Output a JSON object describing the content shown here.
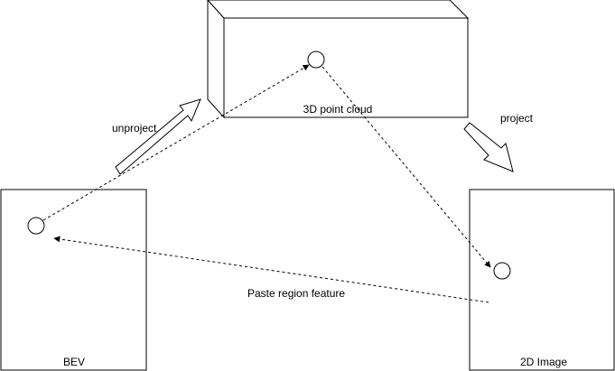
{
  "labels": {
    "point_cloud": "3D point cloud",
    "bev": "BEV",
    "image": "2D Image",
    "unproject": "unproject",
    "project": "project",
    "paste": "Paste region feature"
  },
  "colors": {
    "stroke": "#000000",
    "fill": "#ffffff"
  }
}
